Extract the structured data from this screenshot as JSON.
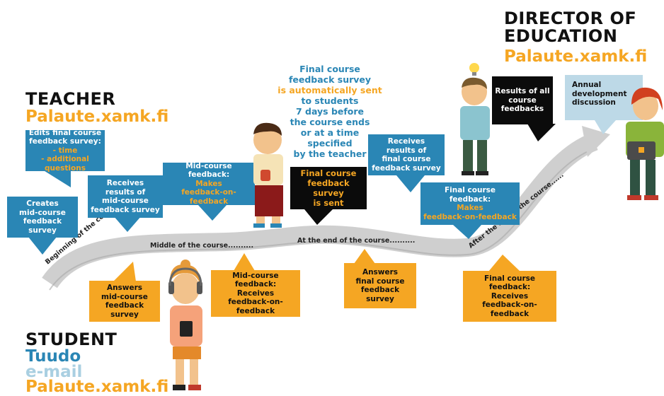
{
  "headings": {
    "director_title_1": "DIRECTOR OF",
    "director_title_2": "EDUCATION",
    "director_site": "Palaute.xamk.fi",
    "teacher_title": "TEACHER",
    "teacher_site": "Palaute.xamk.fi",
    "student_title": "STUDENT",
    "student_tuudo": "Tuudo",
    "student_email": "e-mail",
    "student_site": "Palaute.xamk.fi"
  },
  "center_note": {
    "line1": "Final course",
    "line2": "feedback survey",
    "line3": "is automatically sent",
    "line4": "to students",
    "line5": "7 days before",
    "line6": "the course ends",
    "line7": "or at a time",
    "line8": "specified",
    "line9": "by the teacher"
  },
  "teacher_bubbles": {
    "edits": [
      "Edits final course",
      "feedback survey:",
      "- time",
      "- additional",
      "questions"
    ],
    "creates": [
      "Creates",
      "mid-course",
      "feedback survey"
    ],
    "receives_mid": [
      "Receives",
      "results of",
      "mid-course",
      "feedback survey"
    ],
    "mid_makes": [
      "Mid-course feedback:",
      "Makes",
      "feedback-on-feedback"
    ],
    "final_sent": [
      "Final course",
      "feedback survey",
      "is sent"
    ],
    "receives_final": [
      "Receives",
      "results of",
      "final course",
      "feedback survey"
    ],
    "final_makes": [
      "Final course feedback:",
      "Makes",
      "feedback-on-feedback"
    ]
  },
  "director_bubbles": {
    "results": [
      "Results of all",
      "course",
      "feedbacks"
    ],
    "annual": [
      "Annual",
      "development",
      "discussion"
    ]
  },
  "student_bubbles": {
    "answers_mid": [
      "Answers",
      "mid-course",
      "feedback survey"
    ],
    "mid_receives": [
      "Mid-course feedback:",
      "Receives",
      "feedback-on-feedback"
    ],
    "answers_final": [
      "Answers",
      "final course",
      "feedback survey"
    ],
    "final_receives": [
      "Final course feedback:",
      "Receives",
      "feedback-on-feedback"
    ]
  },
  "timeline": {
    "beginning": "Beginning of the course.........",
    "middle": "Middle of the course..........",
    "end": "At the end of the course..........",
    "after": "After the end of the course......"
  },
  "colors": {
    "blue": "#2a86b5",
    "orange": "#f5a623",
    "black": "#0b0b0b",
    "light_blue": "#bdd9e7",
    "road": "#c8c8c8"
  }
}
